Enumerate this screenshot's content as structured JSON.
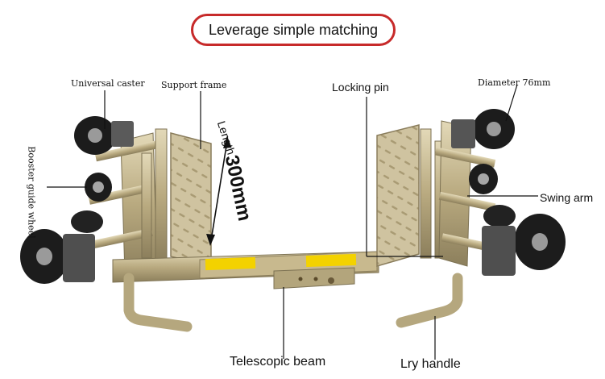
{
  "title": "Leverage simple matching",
  "labels": {
    "universal_caster": "Universal caster",
    "support_frame": "Support frame",
    "booster_guide_wheel": "Booster guide wheel",
    "length_prefix": "Length",
    "length_value": "300mm",
    "locking_pin": "Locking pin",
    "diameter": "Diameter 76mm",
    "swing_arm": "Swing arm",
    "telescopic_beam": "Telescopic beam",
    "pry_handle": "Lry handle"
  },
  "colors": {
    "title_border": "#c72a2a",
    "frame": "#bfb18a",
    "frame_dark": "#8f8262",
    "wheel": "#1c1c1c",
    "hub": "#9a9a9a",
    "sticker": "#f3d200"
  }
}
